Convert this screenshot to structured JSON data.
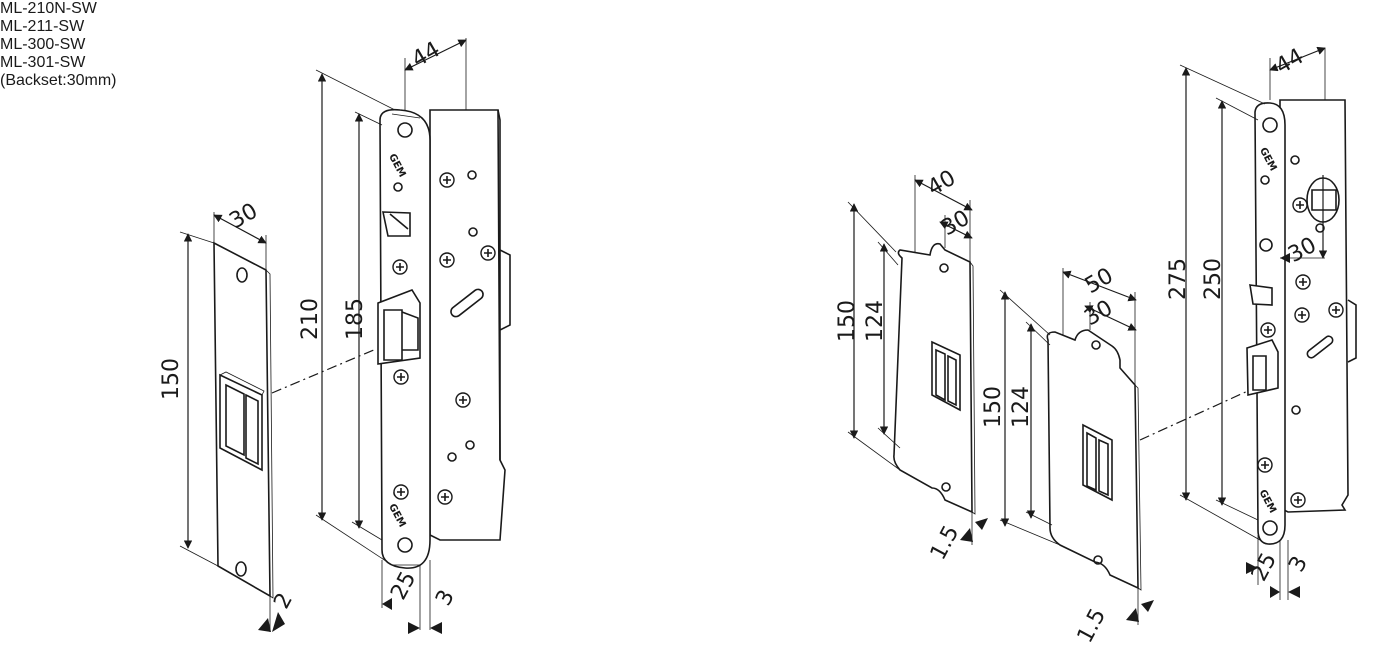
{
  "left_group": {
    "title_lines": [
      "ML-210N-SW",
      "ML-211-SW"
    ],
    "strike_dims": {
      "width": "30",
      "height": "150",
      "thickness": "2"
    },
    "lock_dims": {
      "depth": "44",
      "overall_height": "210",
      "case_height": "185",
      "backset": "25",
      "faceplate": "3"
    },
    "logo_text": "GEM"
  },
  "right_group": {
    "title_lines": [
      "ML-300-SW",
      "ML-301-SW",
      "(Backset:30mm)"
    ],
    "strike_a_dims": {
      "width": "40",
      "inner_width": "30",
      "height": "150",
      "inner_height": "124",
      "thickness": "1.5"
    },
    "strike_b_dims": {
      "width": "50",
      "inner_width": "30",
      "height": "150",
      "inner_height": "124",
      "thickness": "1.5"
    },
    "lock_dims": {
      "depth": "44",
      "overall_height": "275",
      "case_height": "250",
      "backset_label": "30",
      "backset": "25",
      "faceplate": "3"
    },
    "logo_text": "GEM"
  }
}
